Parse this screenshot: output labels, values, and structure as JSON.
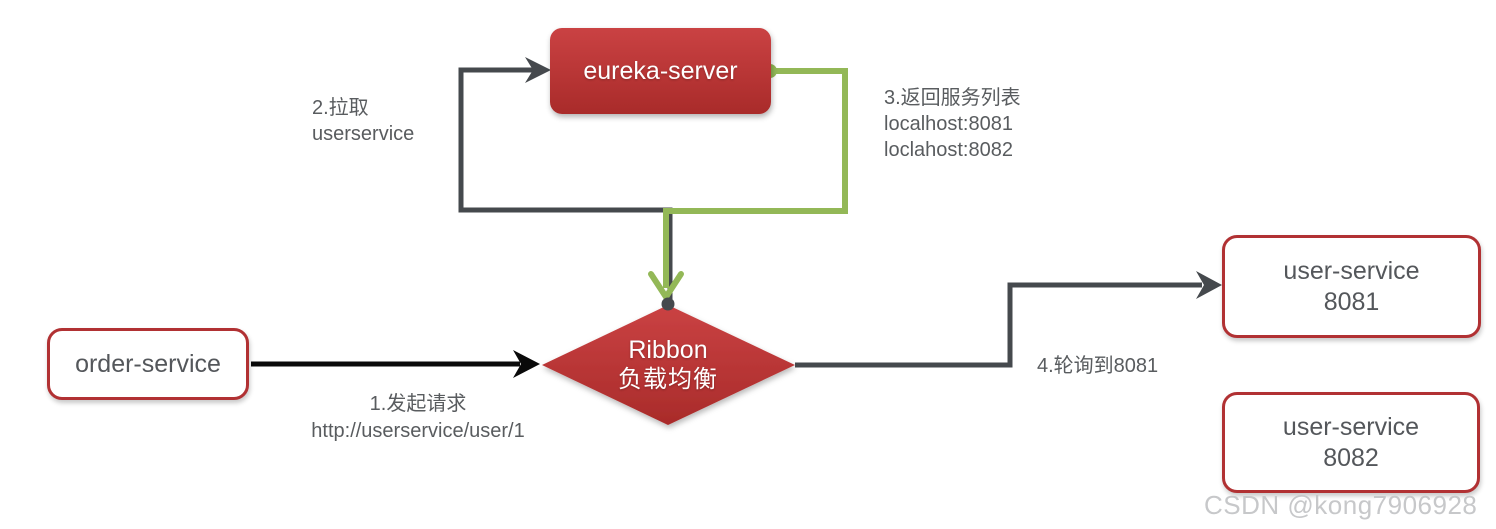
{
  "nodes": {
    "eureka_server": {
      "label": "eureka-server"
    },
    "ribbon": {
      "line1": "Ribbon",
      "line2": "负载均衡"
    },
    "order_service": {
      "label": "order-service"
    },
    "user_service_8081": {
      "line1": "user-service",
      "line2": "8081"
    },
    "user_service_8082": {
      "line1": "user-service",
      "line2": "8082"
    }
  },
  "annotations": {
    "step1": {
      "line1": "1.发起请求",
      "line2": "http://userservice/user/1"
    },
    "step2": {
      "line1": "2.拉取",
      "line2": "userservice"
    },
    "step3": {
      "line1": "3.返回服务列表",
      "line2": "localhost:8081",
      "line3": "loclahost:8082"
    },
    "step4": {
      "line1": "4.轮询到8081"
    }
  },
  "watermark": "CSDN @kong7906928",
  "colors": {
    "node_red_top": "#ca4243",
    "node_red_bottom": "#a92b2a",
    "node_border_red": "#b13133",
    "line_dark": "#45494d",
    "line_black": "#0a0a0a",
    "line_green": "#93b857",
    "label_gray": "#595c5f",
    "node_text_gray": "#54575b",
    "watermark_gray": "#c7c8ca"
  }
}
